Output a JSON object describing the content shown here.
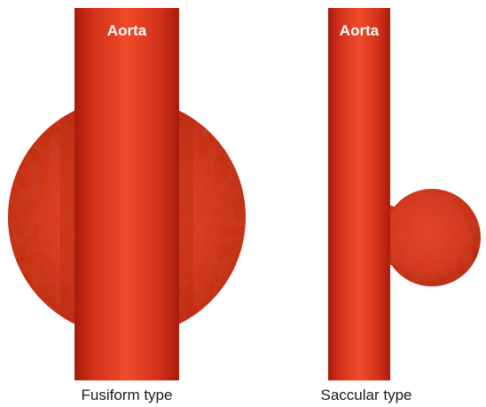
{
  "diagram": {
    "panels": [
      {
        "id": "fusiform",
        "vessel_label": "Aorta",
        "caption": "Fusiform type"
      },
      {
        "id": "saccular",
        "vessel_label": "Aorta",
        "caption": "Saccular type"
      }
    ],
    "colors": {
      "vessel_dark": "#b3200f",
      "vessel_mid": "#d9351c",
      "vessel_light": "#f0522e",
      "caption_text": "#1a1a1a",
      "label_text": "#ffffff"
    }
  }
}
